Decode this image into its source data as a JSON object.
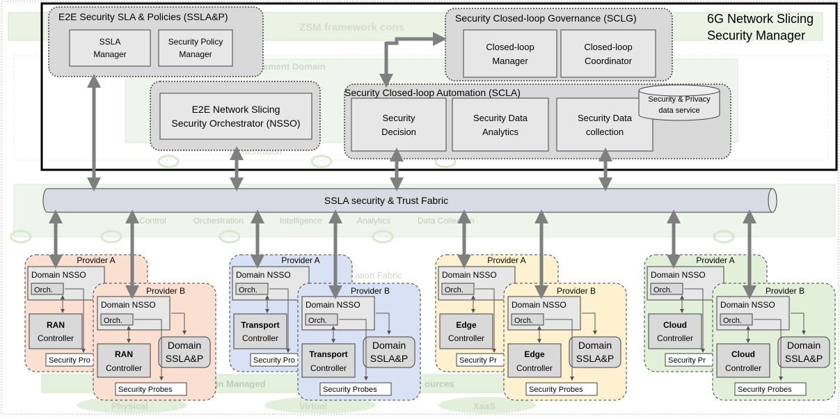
{
  "manager": {
    "title_line1": "6G Network  Slicing",
    "title_line2": "Security Manager"
  },
  "sslap": {
    "title": "E2E Security SLA & Policies (SSLA&P)",
    "ssla_manager": [
      "SSLA",
      "Manager"
    ],
    "policy_manager": [
      "Security Policy",
      "Manager"
    ]
  },
  "sclg": {
    "title": "Security Closed-loop Governance (SCLG)",
    "manager": [
      "Closed-loop",
      "Manager"
    ],
    "coordinator": [
      "Closed-loop",
      "Coordinator"
    ]
  },
  "nsso": {
    "lines": [
      "E2E Network Slicing",
      "Security Orchestrator (NSSO)"
    ]
  },
  "scla": {
    "title": "Security Closed-loop Automation (SCLA)",
    "decision": [
      "Security",
      "Decision"
    ],
    "analytics": [
      "Security Data",
      "Analytics"
    ],
    "collection": [
      "Security Data",
      "collection"
    ],
    "privacy_service": [
      "Security & Privacy",
      "data service"
    ]
  },
  "fabric": {
    "label": "SSLA security & Trust Fabric"
  },
  "background": {
    "zsm": "ZSM framework cons",
    "mgmt_domain": "ement Domain",
    "orchestration": "orchestration",
    "services": [
      "Control",
      "Orchestration",
      "Intelligence",
      "Analytics",
      "Data Collection"
    ],
    "fabric_bg": "ation Fabric",
    "managed_resources": "in Managed",
    "resources": "ources",
    "physical": "Physical",
    "virtual": "Virtual",
    "xaas": "XaaS"
  },
  "domains": [
    {
      "name": "ran",
      "provider_a": "Provider A",
      "provider_b": "Provider B",
      "domain_nsso": "Domain NSSO",
      "orch": "Orch.",
      "controller_type": "RAN",
      "controller": "Controller",
      "probes_short": "Security Pro",
      "probes": "Security Probes",
      "sslap": [
        "Domain",
        "SSLA&P"
      ]
    },
    {
      "name": "transport",
      "provider_a": "Provider A",
      "provider_b": "Provider B",
      "domain_nsso": "Domain NSSO",
      "orch": "Orch.",
      "controller_type": "Transport",
      "controller": "Controller",
      "probes_short": "Security Pro",
      "probes": "Security Probes",
      "sslap": [
        "Domain",
        "SSLA&P"
      ]
    },
    {
      "name": "edge",
      "provider_a": "Provider A",
      "provider_b": "Provider B",
      "domain_nsso": "Domain NSSO",
      "orch": "Orch.",
      "controller_type": "Edge",
      "controller": "Controller",
      "probes_short": "Security Pr",
      "probes": "Security Probes",
      "sslap": [
        "Domain",
        "SSLA&P"
      ]
    },
    {
      "name": "cloud",
      "provider_a": "Provider A",
      "provider_b": "Provider B",
      "domain_nsso": "Domain NSSO",
      "orch": "Orch.",
      "controller_type": "Cloud",
      "controller": "Controller",
      "probes_short": "Security Pr",
      "probes": "Security Probes",
      "sslap": [
        "Domain",
        "SSLA&P"
      ]
    }
  ],
  "colors": {
    "ran_bg": "#fbe0d2",
    "transport_bg": "#d9e1f4",
    "edge_bg": "#fdf1cf",
    "cloud_bg": "#e2efd9",
    "module_bg": "#d9d9d9",
    "inner_box": "#e7e7e7",
    "arrow": "#7f7f7f",
    "ghost_green": "#e3f0dc",
    "fabric": "#d8dbe4"
  }
}
